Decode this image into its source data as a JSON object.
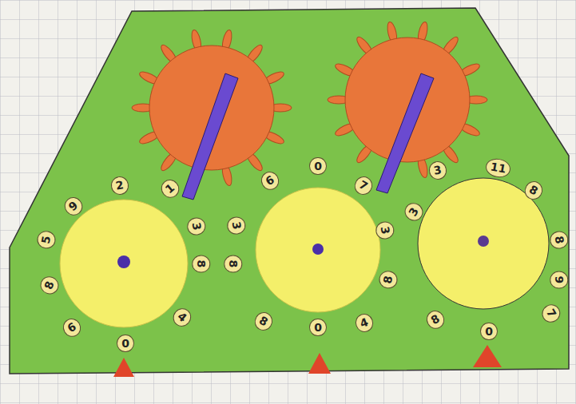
{
  "diagram": {
    "labels": [
      "2",
      "1",
      "3",
      "8",
      "4",
      "0",
      "6",
      "8",
      "5",
      "9",
      "0",
      "6",
      "3",
      "8",
      "8",
      "0",
      "4",
      "7",
      "3",
      "3",
      "11",
      "8",
      "8",
      "9",
      "7",
      "0",
      "8",
      "8",
      "3"
    ]
  }
}
